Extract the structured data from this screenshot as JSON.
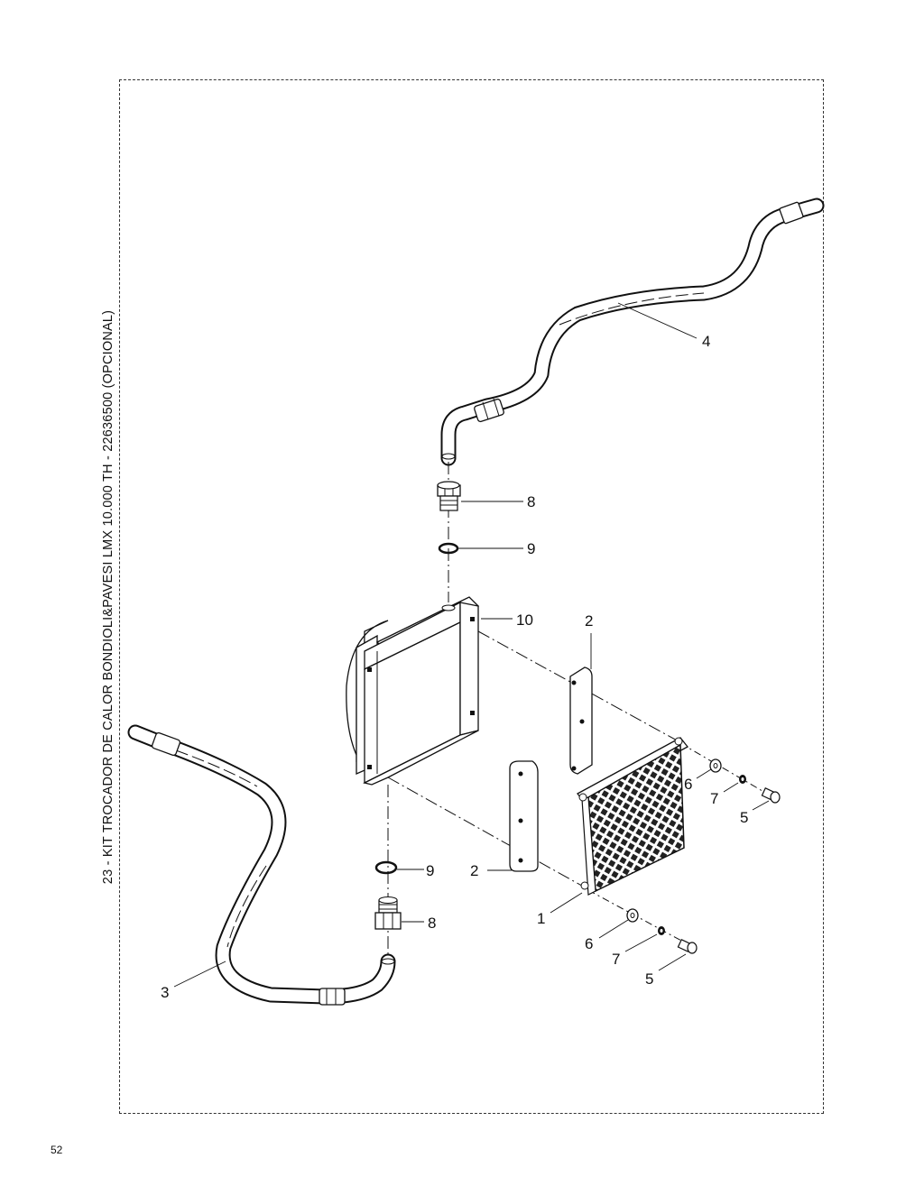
{
  "title": "23 - KIT TROCADOR DE CALOR BONDIOLI&PAVESI LMX 10.000 TH - 22636500 (OPCIONAL)",
  "page_number": "52",
  "callouts": {
    "c1": "1",
    "c2a": "2",
    "c2b": "2",
    "c3": "3",
    "c4": "4",
    "c5a": "5",
    "c5b": "5",
    "c6a": "6",
    "c6b": "6",
    "c7a": "7",
    "c7b": "7",
    "c8a": "8",
    "c8b": "8",
    "c9a": "9",
    "c9b": "9",
    "c10": "10"
  }
}
